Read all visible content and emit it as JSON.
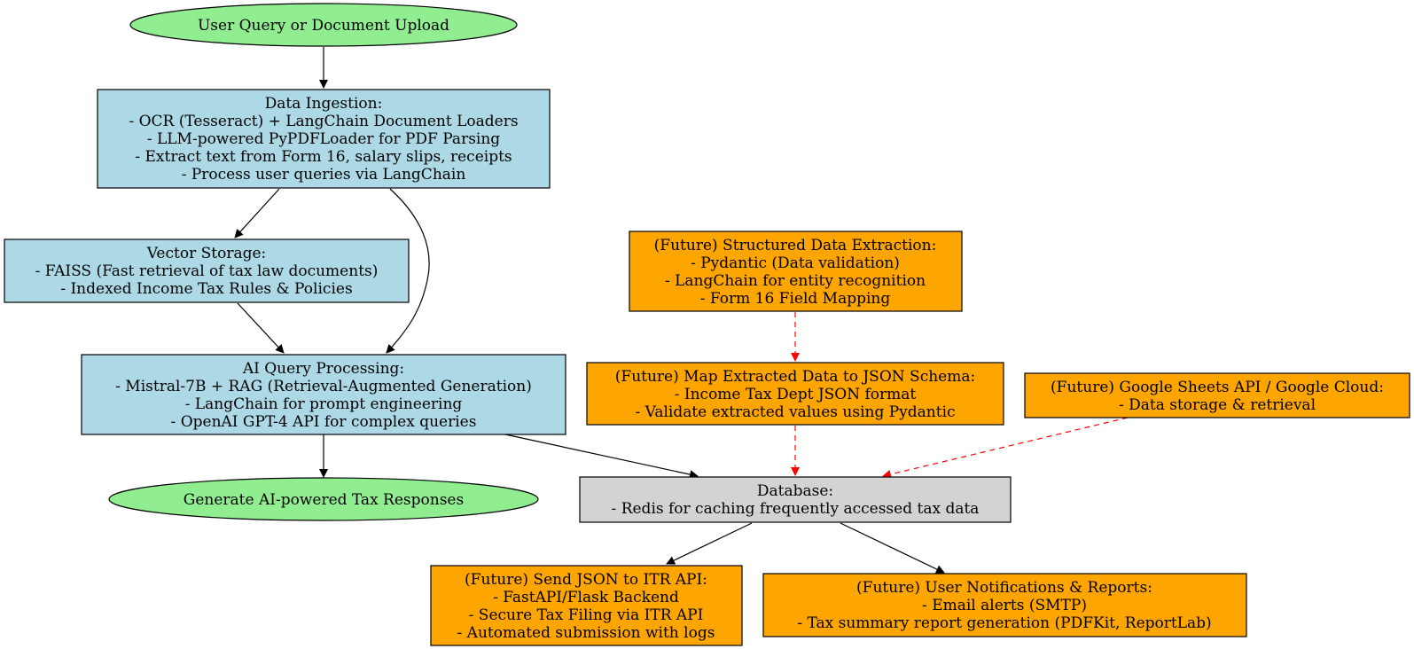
{
  "colors": {
    "terminal": "#90ee90",
    "process": "#add8e6",
    "future": "#ffa500",
    "database": "#d3d3d3",
    "solid_edge": "#000000",
    "future_edge": "#ff0000"
  },
  "nodes": {
    "user_query": {
      "lines": [
        "User Query or Document Upload"
      ]
    },
    "data_ingestion": {
      "lines": [
        "Data Ingestion:",
        "- OCR (Tesseract) + LangChain Document Loaders",
        "- LLM-powered PyPDFLoader for PDF Parsing",
        "- Extract text from Form 16, salary slips, receipts",
        "- Process user queries via LangChain"
      ]
    },
    "vector_storage": {
      "lines": [
        "Vector Storage:",
        "- FAISS (Fast retrieval of tax law documents)",
        "- Indexed Income Tax Rules & Policies"
      ]
    },
    "ai_query": {
      "lines": [
        "AI Query Processing:",
        "- Mistral-7B + RAG (Retrieval-Augmented Generation)",
        "- LangChain for prompt engineering",
        "- OpenAI GPT-4 API for complex queries"
      ]
    },
    "generate": {
      "lines": [
        "Generate AI-powered Tax Responses"
      ]
    },
    "structured": {
      "lines": [
        "(Future) Structured Data Extraction:",
        "- Pydantic (Data validation)",
        "- LangChain for entity recognition",
        "- Form 16 Field Mapping"
      ]
    },
    "map_json": {
      "lines": [
        "(Future) Map Extracted Data to JSON Schema:",
        "- Income Tax Dept JSON format",
        "- Validate extracted values using Pydantic"
      ]
    },
    "google": {
      "lines": [
        "(Future) Google Sheets API / Google Cloud:",
        "- Data storage & retrieval"
      ]
    },
    "database": {
      "lines": [
        "Database:",
        "- Redis for caching frequently accessed tax data"
      ]
    },
    "itr_api": {
      "lines": [
        "(Future) Send JSON to ITR API:",
        "- FastAPI/Flask Backend",
        "- Secure Tax Filing via ITR API",
        "- Automated submission with logs"
      ]
    },
    "notifications": {
      "lines": [
        "(Future) User Notifications & Reports:",
        "- Email alerts (SMTP)",
        "- Tax summary report generation (PDFKit, ReportLab)"
      ]
    }
  }
}
